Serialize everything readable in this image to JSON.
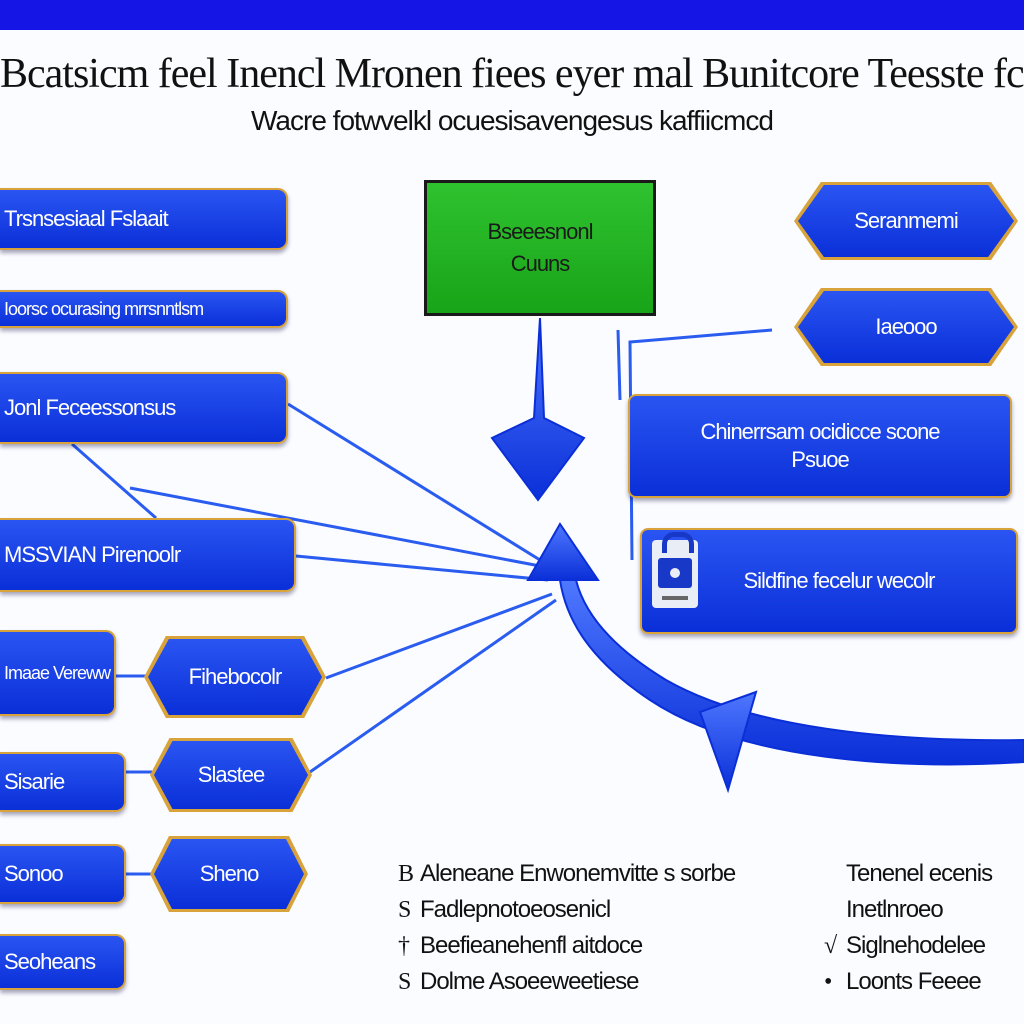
{
  "title": "Bcatsicm feel Inencl Mronen fiees eyer mal Bunitcore Teesste fcer flingp",
  "subtitle": "Wacre fotwvelkl ocuesisavengesus kaffiicmcd",
  "colors": {
    "bar": "#1515e6",
    "node": "#0a2fd8",
    "accent": "#2fc22f",
    "outline": "#d8a33a",
    "arrow": "#1d4fe0"
  },
  "center": {
    "line1": "Bseeesnonl",
    "line2": "Cuuns"
  },
  "left": [
    {
      "label": "Trsnsesiaal Fslaait"
    },
    {
      "label": "Ioorsc ocurasing mrrsnntlsm"
    },
    {
      "label": "Jonl Feceessonsus"
    },
    {
      "label": "MSSVIAN Pirenoolr"
    },
    {
      "label": "Imaae Vereww"
    },
    {
      "label": "Sisarie"
    },
    {
      "label": "Sonoo"
    },
    {
      "label": "Seoheans"
    }
  ],
  "hexes": [
    {
      "label": "Fihebocolr"
    },
    {
      "label": "Slastee"
    },
    {
      "label": "Sheno"
    }
  ],
  "right": [
    {
      "label": "Seranmemi"
    },
    {
      "label": "Iaeooo"
    },
    {
      "label": "Chinerrsam ocidicce scone Psuoe"
    },
    {
      "label": "Sildfine fecelur wecolr"
    }
  ],
  "legend_left": [
    {
      "mark": "B",
      "text": "Aleneane Enwonemvitte s sorbe"
    },
    {
      "mark": "S",
      "text": "Fadlepnotoeosenicl"
    },
    {
      "mark": "†",
      "text": "Beefieanehenfl aitdoce"
    },
    {
      "mark": "S",
      "text": "Dolme Asoeeweetiese"
    }
  ],
  "legend_right": [
    {
      "mark": "",
      "text": "Tenenel ecenis"
    },
    {
      "mark": "",
      "text": "Inetlnroeo"
    },
    {
      "mark": "√",
      "text": "Siglnehodelee"
    },
    {
      "mark": "•",
      "text": "Loonts Feeee"
    }
  ]
}
